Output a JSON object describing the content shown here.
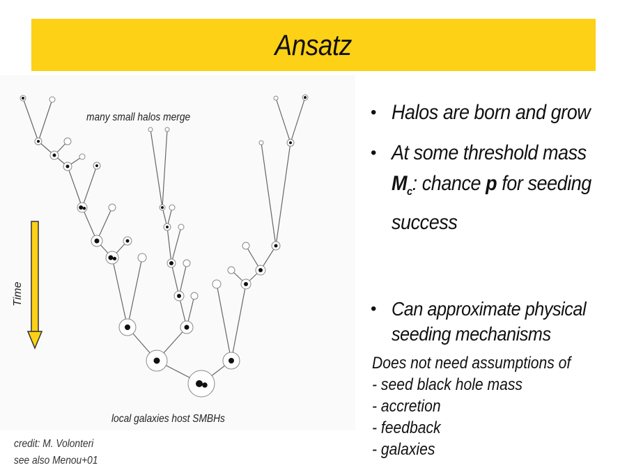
{
  "header": {
    "title": "Ansatz",
    "accent_color": "#fcd116"
  },
  "diagram": {
    "top_caption": "many small halos merge",
    "bottom_caption": "local galaxies host SMBHs",
    "time_axis_label": "Time",
    "arrow_color": "#fcd116"
  },
  "credit": {
    "line1": "credit: M. Volonteri",
    "line2": "see also Menou+01"
  },
  "bullets": {
    "item1": "Halos are born and grow",
    "item2_prefix": "At some threshold mass ",
    "item2_symbol": "M",
    "item2_subscript": "c",
    "item2_mid": ": chance ",
    "item2_p": "p",
    "item2_suffix": " for seeding success",
    "item3": "Can approximate physical seeding mechanisms"
  },
  "notes": {
    "line1": "Does not need assumptions of",
    "line2": "- seed black hole mass",
    "line3": "- accretion",
    "line4": "- feedback",
    "line5": "- galaxies"
  }
}
